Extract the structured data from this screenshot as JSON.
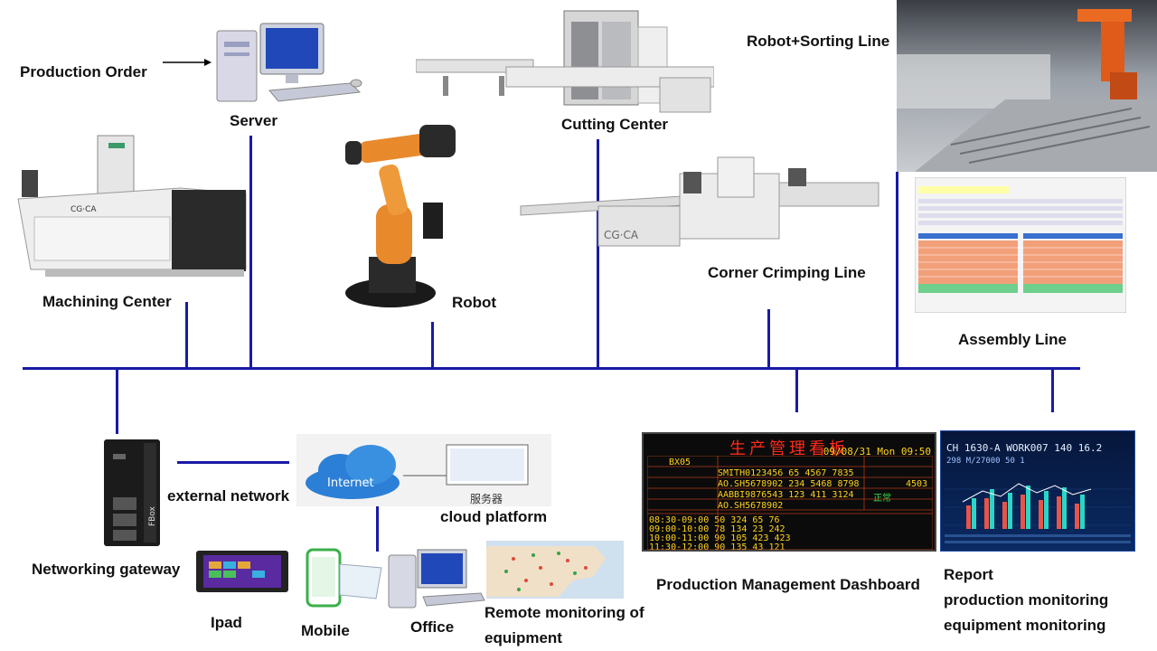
{
  "labels": {
    "production_order": "Production Order",
    "server": "Server",
    "cutting_center": "Cutting Center",
    "robot_sorting_line": "Robot+Sorting Line",
    "machining_center": "Machining Center",
    "robot": "Robot",
    "corner_crimping_line": "Corner Crimping Line",
    "assembly_line": "Assembly Line",
    "external_network": "external network",
    "cloud_platform": "cloud platform",
    "networking_gateway": "Networking gateway",
    "ipad": "Ipad",
    "mobile": "Mobile",
    "office": "Office",
    "remote_monitoring": "Remote monitoring of",
    "remote_monitoring_2": "equipment",
    "production_dashboard": "Production Management Dashboard",
    "report": "Report",
    "production_monitoring": "production monitoring",
    "equipment_monitoring": "equipment monitoring"
  },
  "cloud": {
    "internet": "Internet",
    "server_cn": "服务器"
  },
  "gateway": {
    "brand": "FBox"
  },
  "machine_brand": {
    "cgca": "CG·CA"
  },
  "dashboard": {
    "title": "生产管理看板",
    "datetime": "09/08/31 Mon 09:50",
    "line_id": "BX05",
    "rows": [
      "SMITH0123456 65  4567  7835",
      "AO.SH5678902 234 5468  8798",
      "AABBI9876543 123  411  3124",
      "AO.SH5678902",
      "08:30-09:00  50  324   65  76",
      "09:00-10:00  78  134   23  242",
      "10:00-11:00  90  105  423  423",
      "11:30-12:00  90  135   43  121"
    ],
    "side_value": "4503",
    "normal": "正常"
  },
  "report_board": {
    "header": "CH 1630-A   WORK007 140   16.2",
    "sub": "298 M/27000   50   1"
  }
}
